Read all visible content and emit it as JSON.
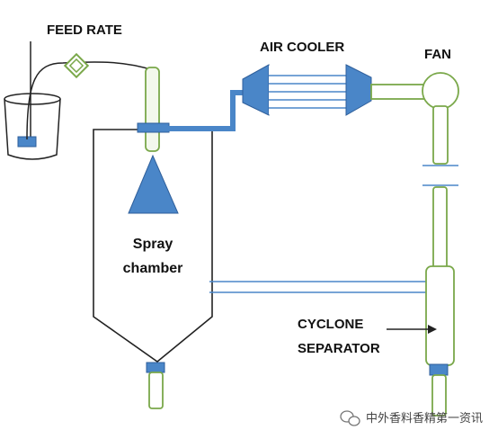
{
  "labels": {
    "feed_rate": "FEED RATE",
    "air_cooler": "AIR COOLER",
    "fan": "FAN",
    "spray_chamber_line1": "Spray",
    "spray_chamber_line2": "chamber",
    "cyclone_line1": "CYCLONE",
    "cyclone_line2": "SEPARATOR"
  },
  "watermark": {
    "text": "中外香料香精第一资讯",
    "icon": "wechat-icon"
  },
  "colors": {
    "blue": "#4a86c8",
    "blue_dark": "#2f5f9b",
    "green": "#7aa84a",
    "green_fill": "#f3f8ec",
    "line": "#222222"
  }
}
